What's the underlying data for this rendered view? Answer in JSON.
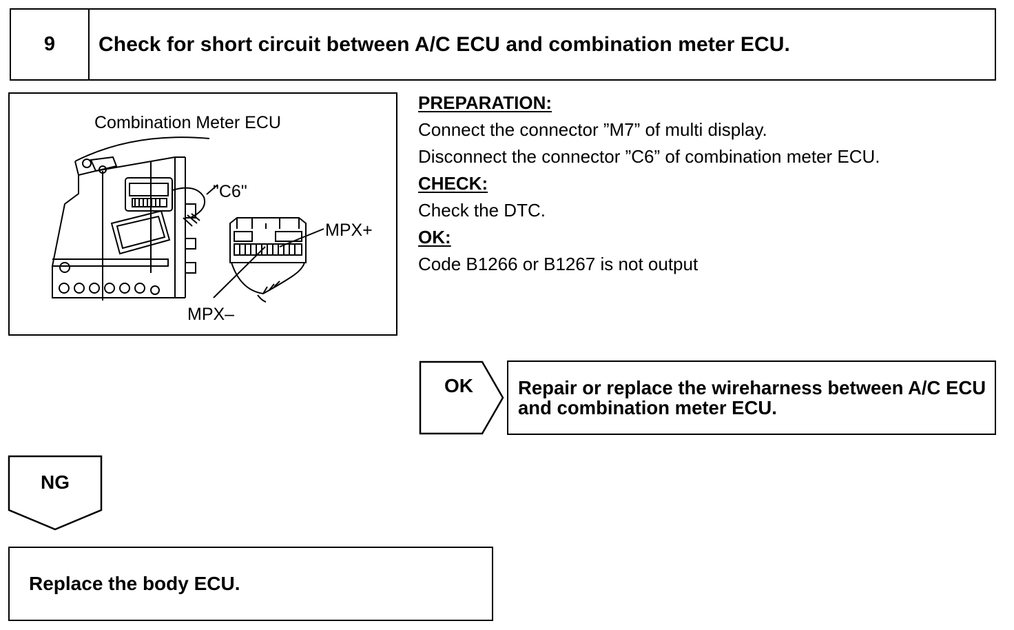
{
  "step": {
    "number": "9",
    "title": "Check for short circuit between A/C ECU and combination meter ECU."
  },
  "figure": {
    "caption": "Combination Meter ECU",
    "connector_label": "\"C6\"",
    "terminal_plus": "MPX+",
    "terminal_minus": "MPX–"
  },
  "procedure": {
    "preparation_heading": "PREPARATION:",
    "preparation_lines": [
      "Connect the connector ”M7” of multi display.",
      "Disconnect the connector ”C6” of combination meter ECU."
    ],
    "check_heading": "CHECK:",
    "check_line": "Check the DTC.",
    "ok_heading": "OK:",
    "ok_line": "Code B1266 or B1267 is not output"
  },
  "ok_branch": {
    "label": "OK",
    "result": "Repair or replace the wireharness between A/C ECU and combination meter ECU."
  },
  "ng_branch": {
    "label": "NG",
    "result": "Replace the body ECU."
  }
}
